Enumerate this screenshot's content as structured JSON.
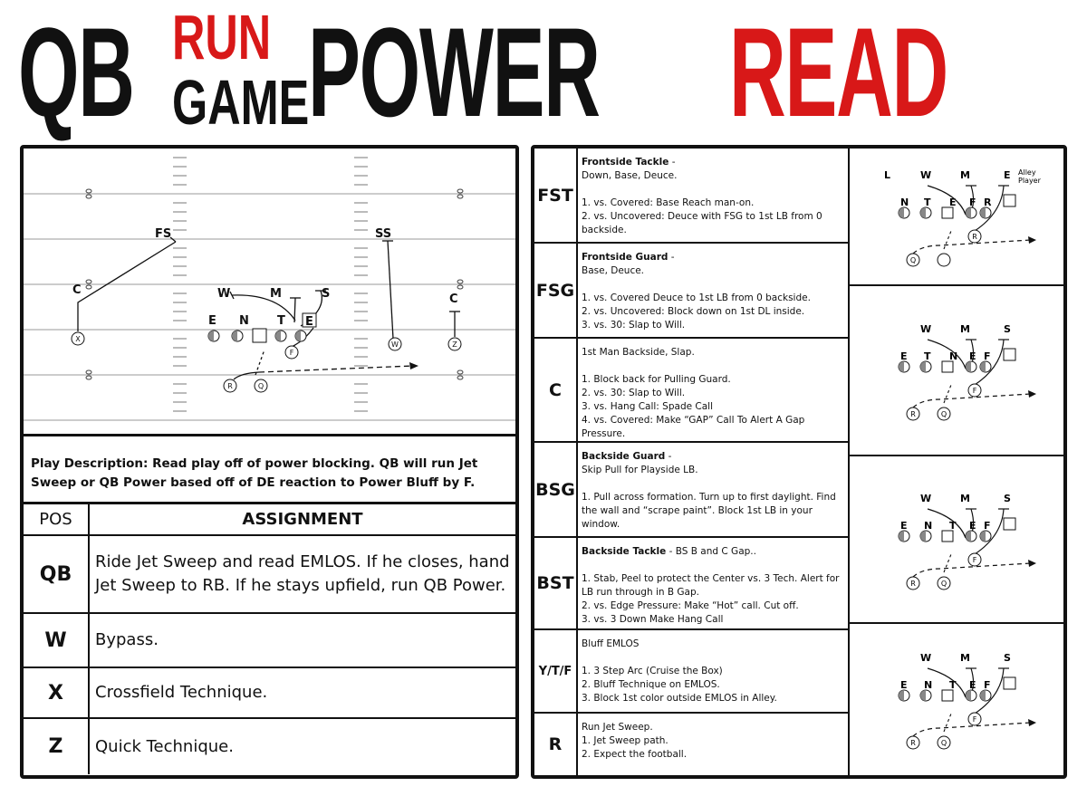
{
  "title": {
    "qb": "QB",
    "run": "RUN",
    "game": "GAME",
    "power": "POWER",
    "read": "READ"
  },
  "colors": {
    "accent": "#d81818",
    "ink": "#111111"
  },
  "field_labels": {
    "fs": "FS",
    "ss": "SS",
    "c_left": "C",
    "c_right": "C",
    "x": "X",
    "z": "Z",
    "w": "W",
    "m": "M",
    "s": "S",
    "e": "E",
    "n": "N",
    "t": "T",
    "e_box": "E",
    "f": "F",
    "r": "R",
    "q": "Q",
    "w_circle": "W"
  },
  "play_description": "Play Description: Read play off of power blocking. QB will run Jet Sweep or QB Power based off of DE reaction to Power Bluff by F.",
  "assignment_table": {
    "headers": {
      "pos": "POS",
      "assignment": "ASSIGNMENT"
    },
    "rows": [
      {
        "pos": "QB",
        "text": "Ride Jet Sweep and read EMLOS. If he closes, hand Jet Sweep to RB. If he stays upfield, run QB Power."
      },
      {
        "pos": "W",
        "text": "Bypass."
      },
      {
        "pos": "X",
        "text": "Crossfield Technique."
      },
      {
        "pos": "Z",
        "text": "Quick Technique."
      }
    ]
  },
  "line_assignments": [
    {
      "pos": "FST",
      "head": "Frontside Tackle",
      "lines": [
        "Down, Base, Deuce.",
        "",
        "1. vs. Covered: Base Reach man-on.",
        "2. vs. Uncovered: Deuce with FSG to 1st LB from 0 backside."
      ]
    },
    {
      "pos": "FSG",
      "head": "Frontside Guard",
      "lines": [
        "Base, Deuce.",
        "",
        "1. vs. Covered Deuce to 1st LB from 0 backside.",
        "2. vs. Uncovered: Block down on 1st DL inside.",
        "3. vs. 30: Slap to Will."
      ]
    },
    {
      "pos": "C",
      "head": "",
      "lines": [
        "1st Man Backside, Slap.",
        "",
        "1. Block back for Pulling Guard.",
        "2. vs. 30: Slap to Will.",
        "3. vs. Hang Call: Spade Call",
        "4. vs. Covered: Make “GAP” Call To Alert A Gap Pressure."
      ]
    },
    {
      "pos": "BSG",
      "head": "Backside Guard",
      "lines": [
        "Skip Pull for Playside LB.",
        "",
        "1. Pull across formation. Turn up to first daylight. Find the wall and “scrape paint”. Block 1st LB in your window."
      ]
    },
    {
      "pos": "BST",
      "head": "Backside Tackle",
      "lines": [
        "- BS B and C Gap..",
        "",
        "1. Stab, Peel to protect the Center vs. 3 Tech. Alert for LB run through in B Gap.",
        "2. vs. Edge Pressure: Make “Hot” call. Cut off.",
        "3. vs. 3 Down Make Hang Call"
      ]
    },
    {
      "pos": "Y/T/F",
      "head": "",
      "lines": [
        "Bluff EMLOS",
        "",
        "1. 3 Step Arc (Cruise the Box)",
        "2. Bluff Technique on EMLOS.",
        "3. Block 1st color outside EMLOS in Alley."
      ]
    },
    {
      "pos": "R",
      "head": "",
      "lines": [
        "Run Jet Sweep.",
        "1. Jet Sweep path.",
        "2. Expect the football."
      ]
    }
  ],
  "diagrams": [
    {
      "labels": [
        "L",
        "W",
        "M",
        "E",
        "N",
        "T",
        "E",
        "F",
        "R",
        "Q"
      ],
      "note": "Alley Player"
    },
    {
      "labels": [
        "W",
        "M",
        "S",
        "E",
        "T",
        "N",
        "E",
        "F",
        "R",
        "Q"
      ],
      "note": ""
    },
    {
      "labels": [
        "W",
        "M",
        "S",
        "E",
        "N",
        "T",
        "E",
        "F",
        "R",
        "Q"
      ],
      "note": ""
    },
    {
      "labels": [
        "W",
        "M",
        "S",
        "E",
        "N",
        "T",
        "E",
        "F",
        "R",
        "Q"
      ],
      "note": ""
    }
  ]
}
